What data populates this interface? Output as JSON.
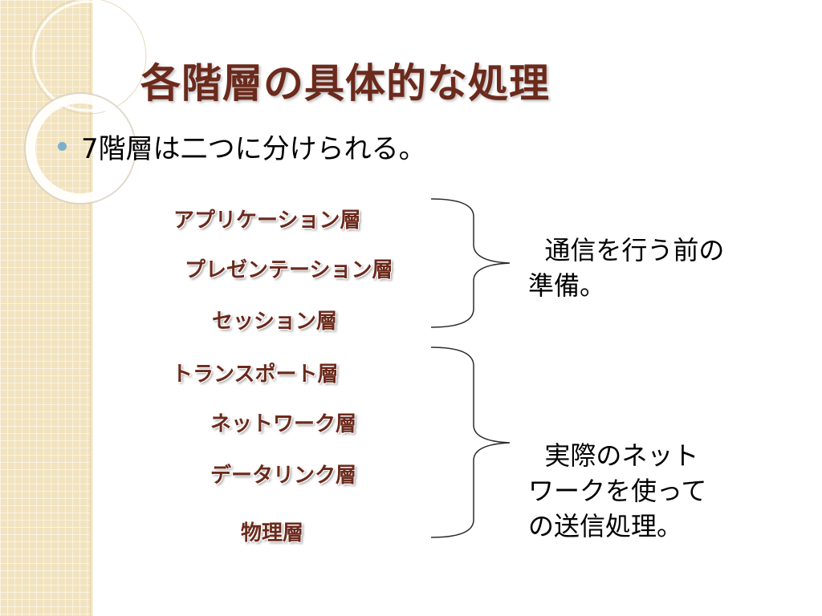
{
  "title": "各階層の具体的な処理",
  "bullet": "7階層は二つに分けられる。",
  "layers": [
    "アプリケーション層",
    "プレゼンテーション層",
    "セッション層",
    "トランスポート層",
    "ネットワーク層",
    "データリンク層",
    "物理層"
  ],
  "notes": {
    "upper": "  通信を行う前の\n準備。",
    "lower": "  実際のネット\nワークを使って\nの送信処理。"
  },
  "colors": {
    "title": "#6b2a1c",
    "bullet": "#7bb0c8",
    "side_panel": "#f2e3bf"
  }
}
